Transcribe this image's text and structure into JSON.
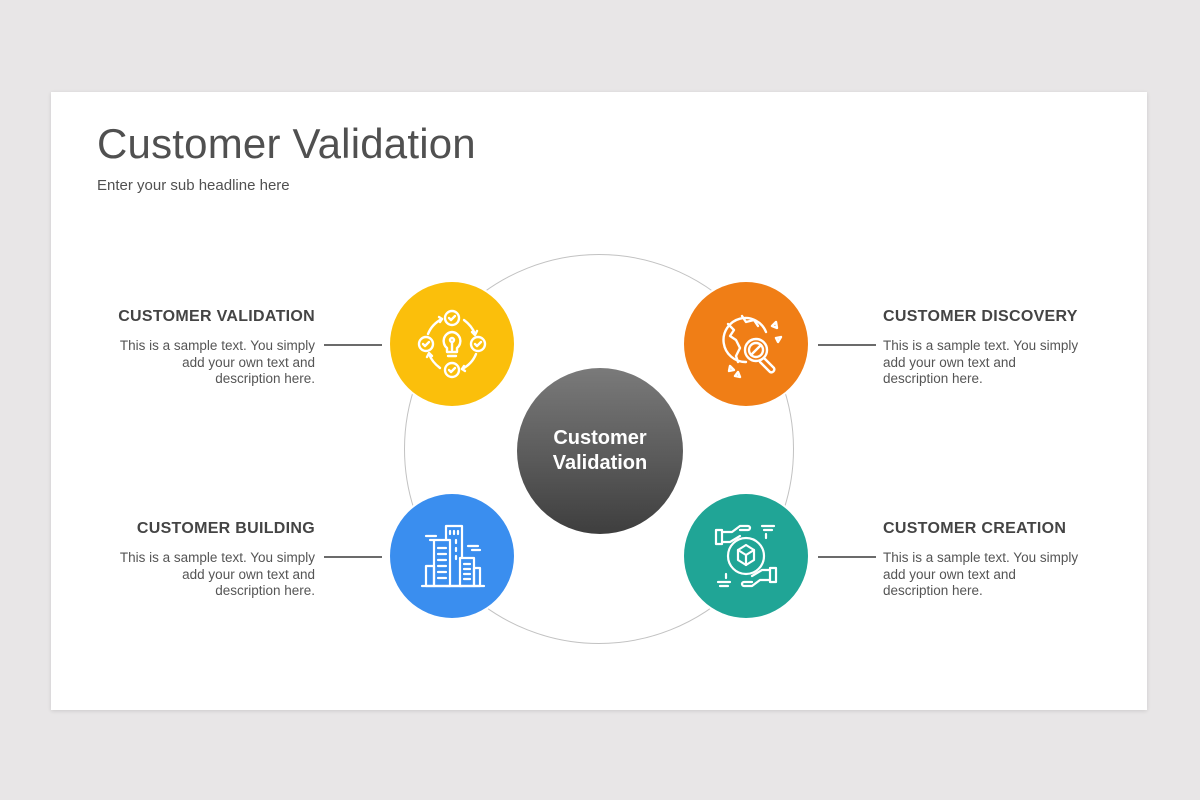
{
  "slide": {
    "title": "Customer Validation",
    "subtitle": "Enter your sub headline here"
  },
  "center": {
    "line1": "Customer",
    "line2": "Validation",
    "color": "#5a5a5a"
  },
  "stages": [
    {
      "id": "validation",
      "heading": "CUSTOMER VALIDATION",
      "text": "This is a sample text. You simply add your own text and description here.",
      "icon": "lightbulb-cycle-checks-icon",
      "color": "#fbbf0b",
      "position": "top-left"
    },
    {
      "id": "discovery",
      "heading": "CUSTOMER DISCOVERY",
      "text": "This is a sample text. You simply add your own text and description here.",
      "icon": "globe-magnifier-icon",
      "color": "#f07e16",
      "position": "top-right"
    },
    {
      "id": "building",
      "heading": "CUSTOMER BUILDING",
      "text": "This is a sample text. You simply add your own text and description here.",
      "icon": "buildings-icon",
      "color": "#3a8eef",
      "position": "bottom-left"
    },
    {
      "id": "creation",
      "heading": "CUSTOMER CREATION",
      "text": "This is a sample text. You simply add your own text and description here.",
      "icon": "hands-box-exchange-icon",
      "color": "#20a596",
      "position": "bottom-right"
    }
  ]
}
